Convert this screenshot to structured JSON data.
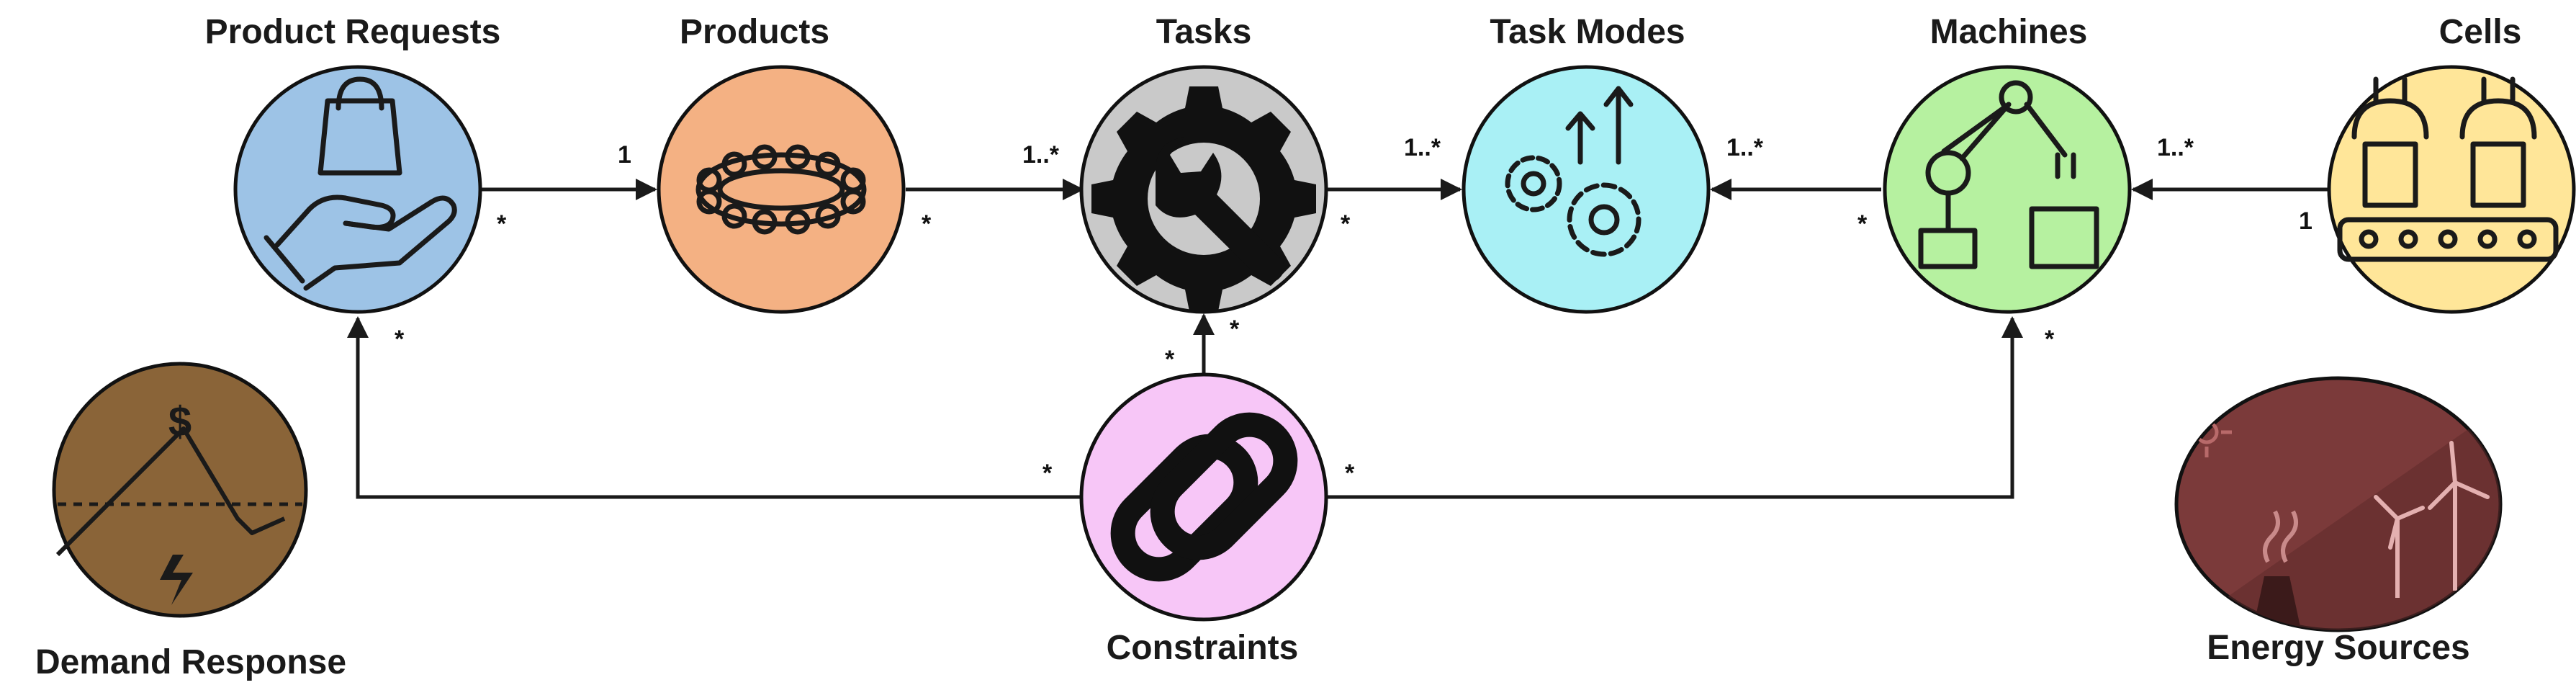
{
  "nodes": {
    "product_requests": {
      "label": "Product Requests",
      "color": "#9dc3e6"
    },
    "products": {
      "label": "Products",
      "color": "#f4b183"
    },
    "tasks": {
      "label": "Tasks",
      "color": "#c9c9c9"
    },
    "task_modes": {
      "label": "Task Modes",
      "color": "#a9f0f5"
    },
    "machines": {
      "label": "Machines",
      "color": "#b6f1a0"
    },
    "cells": {
      "label": "Cells",
      "color": "#ffe699"
    },
    "constraints": {
      "label": "Constraints",
      "color": "#f7c6f7"
    },
    "demand_response": {
      "label": "Demand Response",
      "color": "#8a6438"
    },
    "energy_sources": {
      "label": "Energy Sources",
      "color": "#7b3a3a"
    }
  },
  "multiplicities": {
    "pr_to_products_src": "*",
    "pr_to_products_dst": "1",
    "products_to_tasks_src": "*",
    "products_to_tasks_dst": "1..*",
    "tasks_to_modes_src": "*",
    "tasks_to_modes_dst": "1..*",
    "machines_to_modes_src": "*",
    "machines_to_modes_dst": "1..*",
    "cells_to_machines_src": "1",
    "cells_to_machines_dst": "1..*",
    "pr_constraint_end": "*",
    "constraints_left_end": "*",
    "constraints_right_end": "*",
    "machines_constraint_end": "*",
    "tasks_constraint_end": "*",
    "constraints_top_end": "*"
  },
  "icons": {
    "product_requests": "hand-holding-bag-icon",
    "products": "bracelet-icon",
    "tasks": "gear-wrench-icon",
    "task_modes": "gears-arrows-icon",
    "machines": "robot-arms-icon",
    "cells": "robot-cell-icon",
    "constraints": "chain-link-icon",
    "demand_response": "dollar-price-curve-icon",
    "energy_sources": "power-plant-wind-icon"
  },
  "demand_response_icon_text": "$"
}
